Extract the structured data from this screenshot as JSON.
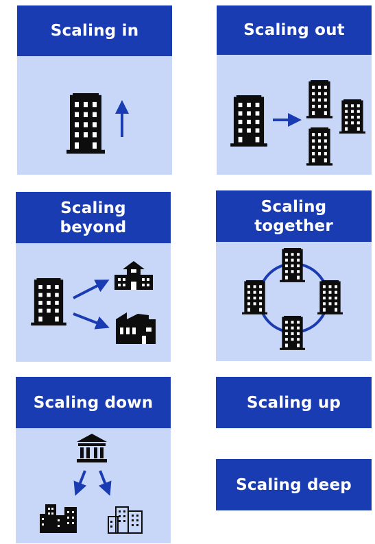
{
  "colors": {
    "header_bg": "#1a3cb2",
    "header_text": "#ffffff",
    "panel_bg": "#c8d6f7",
    "arrow": "#1a3cb2",
    "building": "#0d0d0d"
  },
  "cards": {
    "scaling_in": {
      "title": "Scaling in",
      "icons": [
        "office-building-icon",
        "up-arrow-icon"
      ]
    },
    "scaling_out": {
      "title": "Scaling out",
      "icons": [
        "office-building-icon",
        "right-arrow-icon",
        "office-building-icon",
        "office-building-icon",
        "office-building-icon"
      ]
    },
    "scaling_beyond": {
      "title_line1": "Scaling",
      "title_line2": "beyond",
      "icons": [
        "office-building-icon",
        "school-icon",
        "factory-icon"
      ]
    },
    "scaling_together": {
      "title_line1": "Scaling",
      "title_line2": "together",
      "icons": [
        "office-building-icon",
        "office-building-icon",
        "office-building-icon",
        "office-building-icon",
        "circle-connector-icon"
      ]
    },
    "scaling_down": {
      "title": "Scaling down",
      "icons": [
        "government-building-icon",
        "city-buildings-icon",
        "apartment-buildings-icon"
      ]
    },
    "scaling_up": {
      "title": "Scaling up"
    },
    "scaling_deep": {
      "title": "Scaling deep"
    }
  }
}
